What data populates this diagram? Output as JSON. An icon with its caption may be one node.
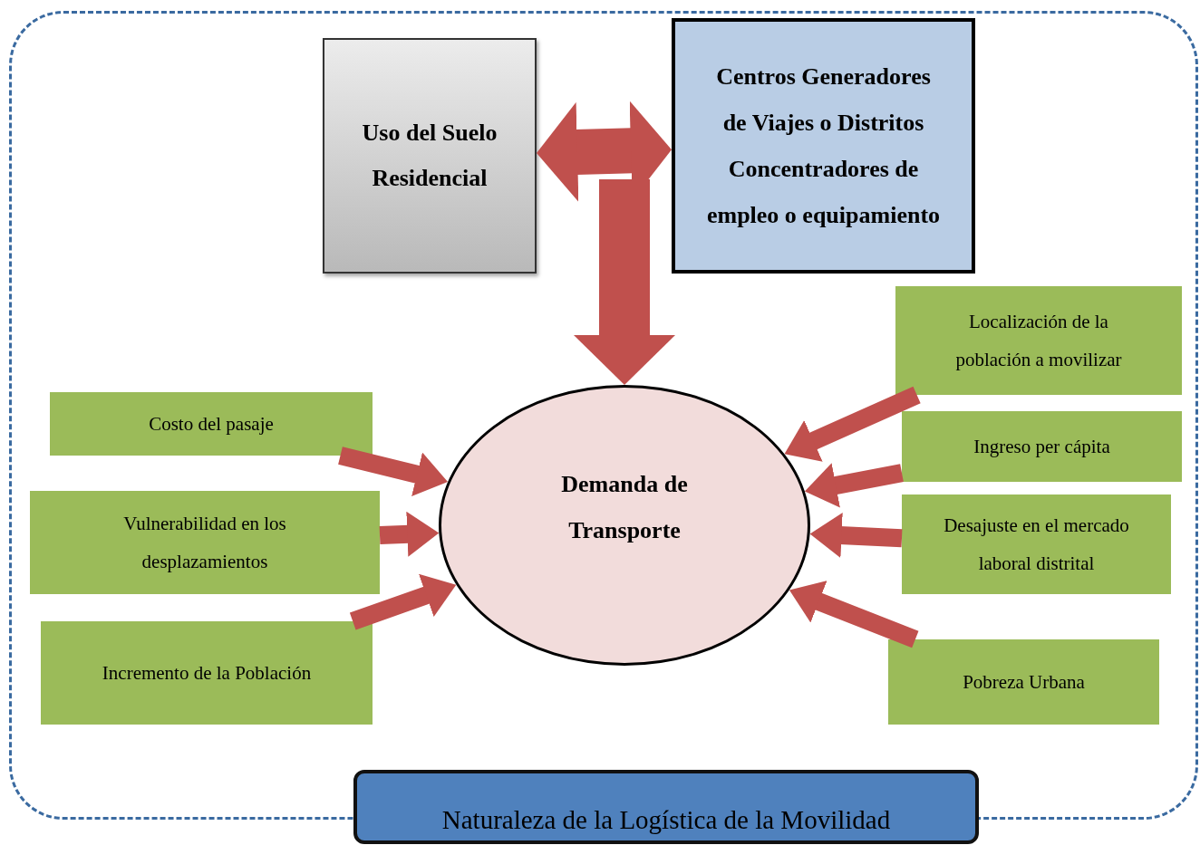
{
  "diagram": {
    "nodes": [
      {
        "text": [],
        "shape": "box"
      },
      {
        "text": [
          "Uso del Suelo Residencial"
        ],
        "in": 0
      },
      {
        "text": [
          "Centros Generadores de Viajes o Distritos Concentradores de empleo o equipamiento"
        ],
        "in": 0
      },
      {
        "text": [
          "Demanda de Transporte"
        ],
        "in": 0
      },
      {
        "text": [
          "Costo del pasaje"
        ],
        "in": 0
      },
      {
        "text": [
          "Vulnerabilidad en los desplazamientos"
        ],
        "in": 0
      },
      {
        "text": [
          "Incremento de la Población"
        ],
        "in": 0
      },
      {
        "text": [
          "Localización de la población a movilizar"
        ],
        "in": 0
      },
      {
        "text": [
          "Ingreso per cápita"
        ],
        "in": 0
      },
      {
        "text": [
          "Desajuste en el mercado laboral distrital"
        ],
        "in": 0
      },
      {
        "text": [
          "Pobreza Urbana"
        ],
        "in": 0
      },
      {
        "text": [
          "Naturaleza de la Logística de la Movilidad"
        ]
      }
    ],
    "edges": [
      {
        "from": 1,
        "to": 2,
        "arrow": "both"
      },
      {
        "from": null,
        "to": 3,
        "arrow": "to"
      },
      {
        "from": 4,
        "to": 3,
        "arrow": "to"
      },
      {
        "from": 5,
        "to": 3,
        "arrow": "to"
      },
      {
        "from": 6,
        "to": 3,
        "arrow": "to"
      },
      {
        "from": 7,
        "to": 3,
        "arrow": "to"
      },
      {
        "from": 8,
        "to": 3,
        "arrow": "to"
      },
      {
        "from": 9,
        "to": 3,
        "arrow": "to"
      },
      {
        "from": 10,
        "to": 3,
        "arrow": "to"
      }
    ]
  }
}
